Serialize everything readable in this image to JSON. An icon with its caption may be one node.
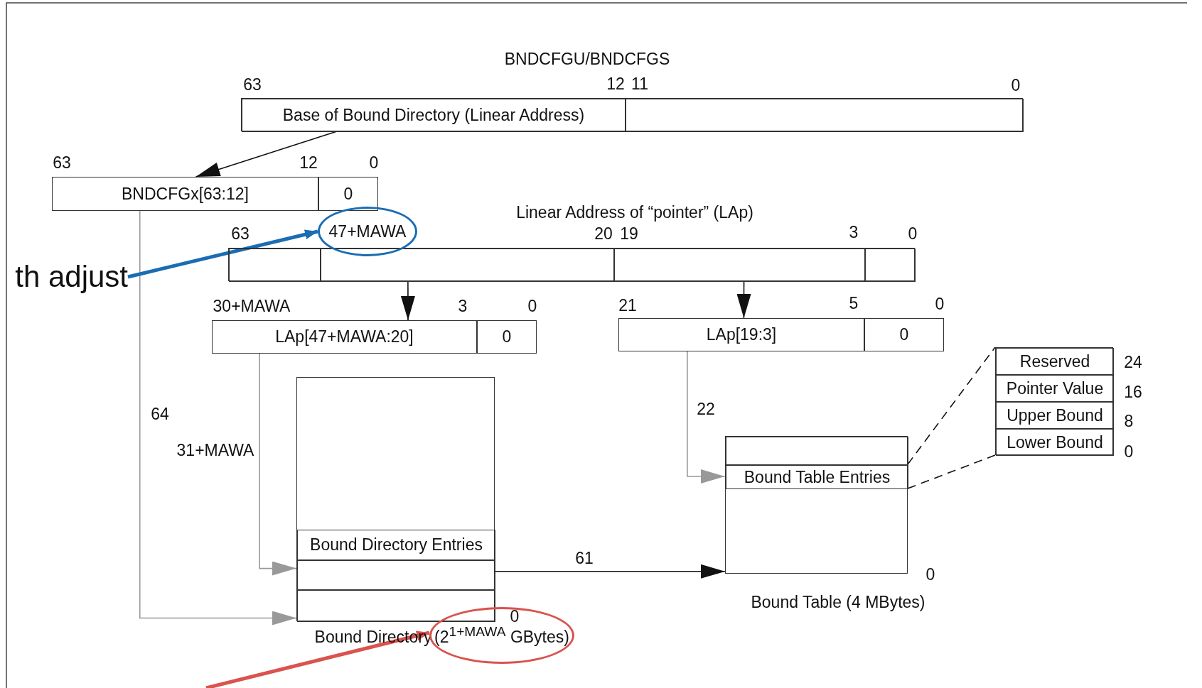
{
  "diagram": {
    "nodes": [
      {
        "text": [
          "BNDCFGU/BNDCFGS"
        ]
      },
      {
        "text": [
          "Base of Bound Directory (Linear Address)"
        ],
        "in": 0
      },
      {
        "text": [],
        "shape": "box",
        "in": 0
      },
      {
        "text": [
          "BNDCFGx[63:12]"
        ]
      },
      {
        "text": [
          "0"
        ]
      },
      {
        "text": [
          "Linear Address of “pointer” (LAp)"
        ]
      },
      {
        "text": [],
        "shape": "box",
        "in": 5
      },
      {
        "text": [],
        "shape": "box",
        "in": 5
      },
      {
        "text": [],
        "shape": "box",
        "in": 5
      },
      {
        "text": [],
        "shape": "box",
        "in": 5
      },
      {
        "text": [
          "47+MAWA"
        ]
      },
      {
        "text": [
          "th adjust"
        ]
      },
      {
        "text": [
          "LAp[47+MAWA:20]"
        ]
      },
      {
        "text": [
          "0"
        ]
      },
      {
        "text": [
          "LAp[19:3]"
        ]
      },
      {
        "text": [
          "0"
        ]
      },
      {
        "text": [
          "Bound Directory"
        ]
      },
      {
        "text": [
          "Bound Directory Entries"
        ],
        "in": 16
      },
      {
        "text": [],
        "shape": "box",
        "in": 16
      },
      {
        "text": [],
        "shape": "box",
        "in": 16
      },
      {
        "text": [
          "Bound Table (4 MBytes)"
        ]
      },
      {
        "text": [],
        "shape": "box",
        "in": 20
      },
      {
        "text": [
          "Bound Table Entries"
        ],
        "in": 20
      },
      {
        "text": [],
        "shape": "box"
      },
      {
        "text": [
          "Reserved"
        ],
        "in": 23
      },
      {
        "text": [
          "Pointer Value"
        ],
        "in": 23
      },
      {
        "text": [
          "Upper Bound"
        ],
        "in": 23
      },
      {
        "text": [
          "Lower Bound"
        ],
        "in": 23
      },
      {
        "text": [
          "(2$^{1+MAWA}$ GBytes)"
        ]
      }
    ],
    "edges": [
      {
        "from": 1,
        "to": 3,
        "arrow": "to"
      },
      {
        "from": 7,
        "to": 12,
        "arrow": "to"
      },
      {
        "from": 8,
        "to": 14,
        "arrow": "to"
      },
      {
        "from": 3,
        "to": 19,
        "arrow": "to",
        "label": "64",
        "color": "#999999"
      },
      {
        "from": 12,
        "to": 18,
        "arrow": "to",
        "label": "31+MAWA",
        "color": "#999999"
      },
      {
        "from": 14,
        "to": 22,
        "arrow": "to",
        "label": "22",
        "color": "#999999"
      },
      {
        "from": 18,
        "to": 20,
        "arrow": "to",
        "label": "61"
      },
      {
        "from": 22,
        "to": 23,
        "arrow": "none",
        "style": "dashed"
      },
      {
        "from": 22,
        "to": 23,
        "arrow": "none",
        "style": "dashed"
      },
      {
        "from": 11,
        "to": 10,
        "arrow": "to",
        "style": "thick",
        "color": "#1a6db3"
      },
      {
        "from": null,
        "to": 28,
        "arrow": "to",
        "style": "thick",
        "color": "#d9534f"
      }
    ],
    "labels": [
      "63",
      "12",
      "11",
      "0",
      "63",
      "12",
      "0",
      "63",
      "20",
      "19",
      "3",
      "0",
      "30+MAWA",
      "3",
      "0",
      "21",
      "5",
      "0",
      "24",
      "16",
      "8",
      "0",
      "0",
      "0"
    ]
  }
}
